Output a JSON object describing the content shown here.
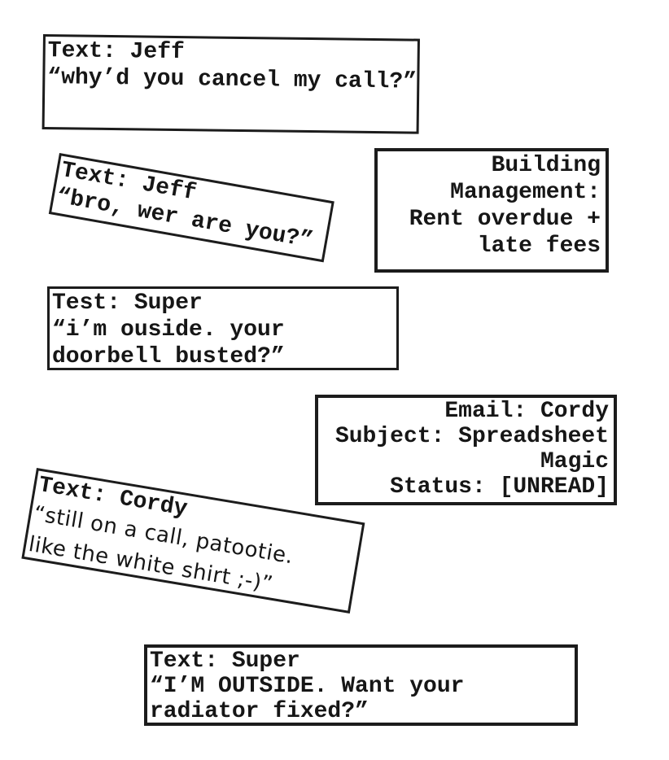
{
  "colors": {
    "ink": "#161616",
    "paper": "#ffffff"
  },
  "notes": [
    {
      "id": "text-jeff-1",
      "style": "typewriter",
      "align": "left",
      "lines": [
        "Text: Jeff",
        "“why’d you cancel my call?”"
      ]
    },
    {
      "id": "text-jeff-2",
      "style": "typewriter",
      "align": "left",
      "lines": [
        "Text: Jeff",
        "“bro, wer are you?”"
      ]
    },
    {
      "id": "building-management",
      "style": "typewriter",
      "align": "right",
      "lines": [
        "Building",
        "Management:",
        "Rent overdue +",
        "late fees"
      ]
    },
    {
      "id": "text-super-1",
      "style": "typewriter",
      "align": "left",
      "lines": [
        "Test: Super",
        "“i’m ouside. your",
        "doorbell busted?”"
      ]
    },
    {
      "id": "email-cordy",
      "style": "typewriter",
      "align": "right",
      "lines": [
        "Email: Cordy",
        "Subject: Spreadsheet",
        "Magic",
        "Status: [UNREAD]"
      ]
    },
    {
      "id": "text-cordy",
      "style": "typewriter-then-handwritten",
      "align": "left",
      "lines": [
        "Text: Cordy",
        "“still on a call, patootie.",
        "like the white shirt ;-)”"
      ]
    },
    {
      "id": "text-super-2",
      "style": "typewriter",
      "align": "left",
      "lines": [
        "Text: Super",
        "“I’M OUTSIDE. Want your",
        "radiator fixed?”"
      ]
    }
  ]
}
